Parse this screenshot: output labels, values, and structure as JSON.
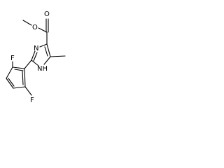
{
  "structure": {
    "colors": {
      "bond": "#000000",
      "label": "#000000",
      "background": "#ffffff"
    },
    "atom_labels": {
      "fluorine_top": "F",
      "fluorine_bottom": "F",
      "ring_nitrogen": "N",
      "ring_nh": "NH",
      "carbonyl_oxygen": "O",
      "ester_oxygen": "O"
    }
  }
}
